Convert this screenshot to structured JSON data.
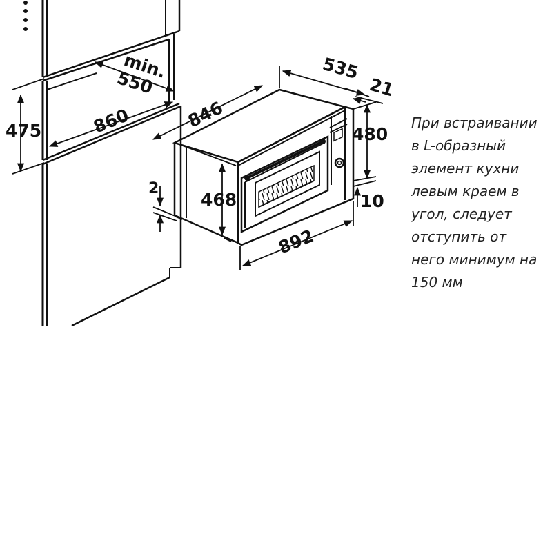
{
  "dimensions": {
    "niche_depth_min_label": "min.",
    "niche_depth_min": "550",
    "niche_height": "475",
    "niche_width": "860",
    "oven_body_width": "846",
    "oven_depth": "535",
    "front_thickness": "21",
    "front_height": "480",
    "body_height": "468",
    "bottom_gap": "2",
    "front_offset": "10",
    "front_width": "892"
  },
  "note": {
    "lines": [
      "При встраивании",
      "в L-образный",
      "элемент кухни",
      "левым краем в",
      "угол, следует",
      "отступить от",
      "него минимум на",
      "150 мм"
    ]
  },
  "colors": {
    "line": "#111111",
    "text": "#222222"
  }
}
